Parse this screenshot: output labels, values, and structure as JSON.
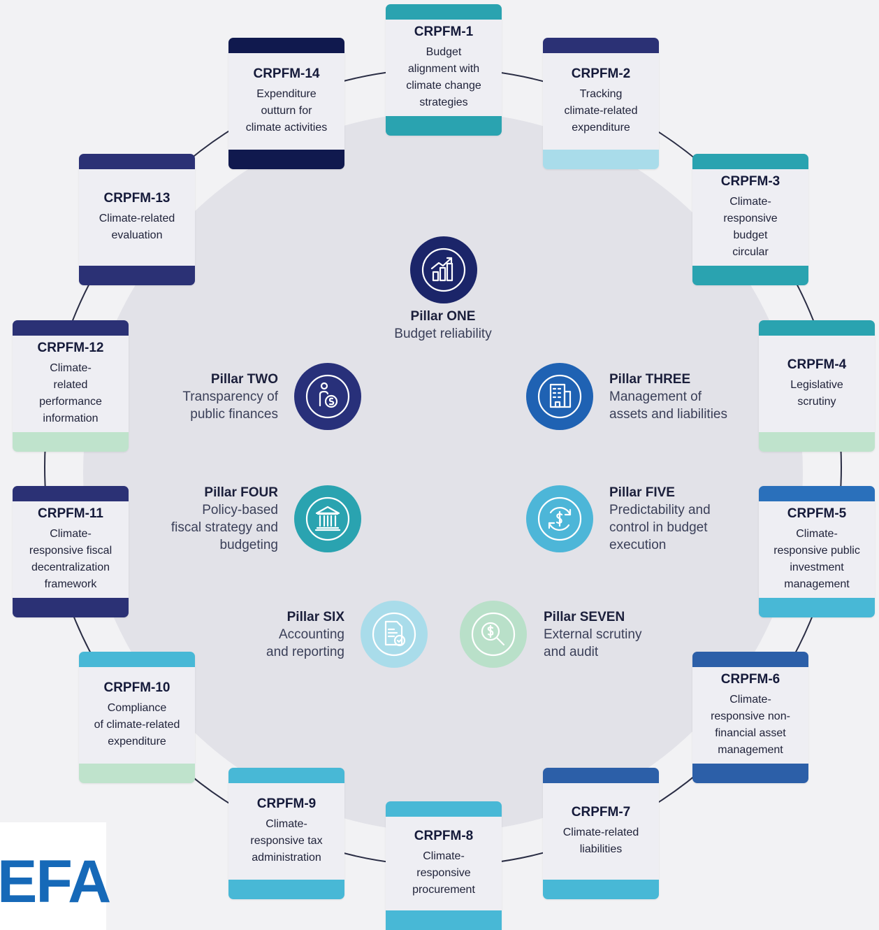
{
  "diagram": {
    "cards": [
      {
        "code": "CRPFM-1",
        "desc": "Budget\nalignment with\nclimate change\nstrategies"
      },
      {
        "code": "CRPFM-2",
        "desc": "Tracking\nclimate-related\nexpenditure"
      },
      {
        "code": "CRPFM-3",
        "desc": "Climate-\nresponsive\nbudget\ncircular"
      },
      {
        "code": "CRPFM-4",
        "desc": "Legislative\nscrutiny"
      },
      {
        "code": "CRPFM-5",
        "desc": "Climate-\nresponsive public\ninvestment\nmanagement"
      },
      {
        "code": "CRPFM-6",
        "desc": "Climate-\nresponsive non-\nfinancial asset\nmanagement"
      },
      {
        "code": "CRPFM-7",
        "desc": "Climate-related\nliabilities"
      },
      {
        "code": "CRPFM-8",
        "desc": "Climate-\nresponsive\nprocurement"
      },
      {
        "code": "CRPFM-9",
        "desc": "Climate-\nresponsive tax\nadministration"
      },
      {
        "code": "CRPFM-10",
        "desc": "Compliance\nof climate-related\nexpenditure"
      },
      {
        "code": "CRPFM-11",
        "desc": "Climate-\nresponsive fiscal\ndecentralization\nframework"
      },
      {
        "code": "CRPFM-12",
        "desc": "Climate-\nrelated\nperformance\ninformation"
      },
      {
        "code": "CRPFM-13",
        "desc": "Climate-related\nevaluation"
      },
      {
        "code": "CRPFM-14",
        "desc": "Expenditure\noutturn for\nclimate activities"
      }
    ],
    "pillars": [
      {
        "title": "Pillar ONE",
        "desc": "Budget reliability",
        "icon": "growth-chart-icon",
        "color": "#1b2569"
      },
      {
        "title": "Pillar TWO",
        "desc": "Transparency of\npublic finances",
        "icon": "person-dollar-icon",
        "color": "#28307a"
      },
      {
        "title": "Pillar THREE",
        "desc": "Management of\nassets and liabilities",
        "icon": "building-icon",
        "color": "#1f62b3"
      },
      {
        "title": "Pillar FOUR",
        "desc": "Policy-based\nfiscal strategy and\nbudgeting",
        "icon": "bank-icon",
        "color": "#2aa3b0"
      },
      {
        "title": "Pillar FIVE",
        "desc": "Predictability and\ncontrol in budget\nexecution",
        "icon": "cycle-dollar-icon",
        "color": "#4db6d8"
      },
      {
        "title": "Pillar SIX",
        "desc": "Accounting\nand reporting",
        "icon": "document-check-icon",
        "color": "#a9dcea"
      },
      {
        "title": "Pillar SEVEN",
        "desc": "External scrutiny\nand audit",
        "icon": "magnifier-dollar-icon",
        "color": "#b9e0c9"
      }
    ]
  },
  "logo": {
    "text": "EFA"
  },
  "colors": {
    "navy": "#1b2569",
    "deep_navy": "#10194e",
    "indigo": "#2b3175",
    "teal": "#2aa3b0",
    "blue": "#2a70bb",
    "sky": "#48b8d6",
    "light_blue": "#a9dcea",
    "light_green": "#bfe3cc",
    "mid_blue": "#2c5fa8"
  }
}
